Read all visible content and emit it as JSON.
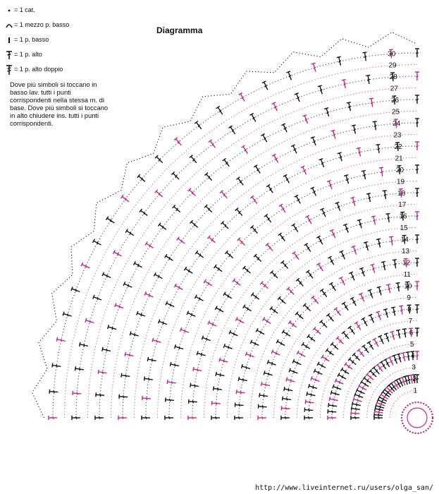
{
  "title": "Diagramma",
  "legend": [
    {
      "symbol": "chain-icon",
      "label": "= 1 cat."
    },
    {
      "symbol": "half-double-crochet-icon",
      "label": "= 1 mezzo p. basso"
    },
    {
      "symbol": "single-crochet-icon",
      "label": "= 1 p. basso"
    },
    {
      "symbol": "double-crochet-icon",
      "label": "= 1 p. alto"
    },
    {
      "symbol": "treble-crochet-icon",
      "label": "= 1 p. alto doppio"
    }
  ],
  "note": "Dove più simboli si toccano in basso lav. tutti i punti corrispondenti nella stessa m. di base. Dove più simboli si toccano in alto chiudere ins. tutti i punti corrispondenti.",
  "round_numbers": [
    "1",
    "2",
    "3",
    "4",
    "5",
    "6",
    "7",
    "8",
    "9",
    "10",
    "11",
    "12",
    "13",
    "14",
    "15",
    "16",
    "17",
    "18",
    "19",
    "20",
    "21",
    "22",
    "23",
    "24",
    "25",
    "26",
    "27",
    "28",
    "29",
    "30"
  ],
  "watermark": "http://www.liveinternet.ru/users/olga_san/",
  "colors": {
    "pink": "#c2287a",
    "black": "#111111",
    "background": "#ffffff"
  }
}
